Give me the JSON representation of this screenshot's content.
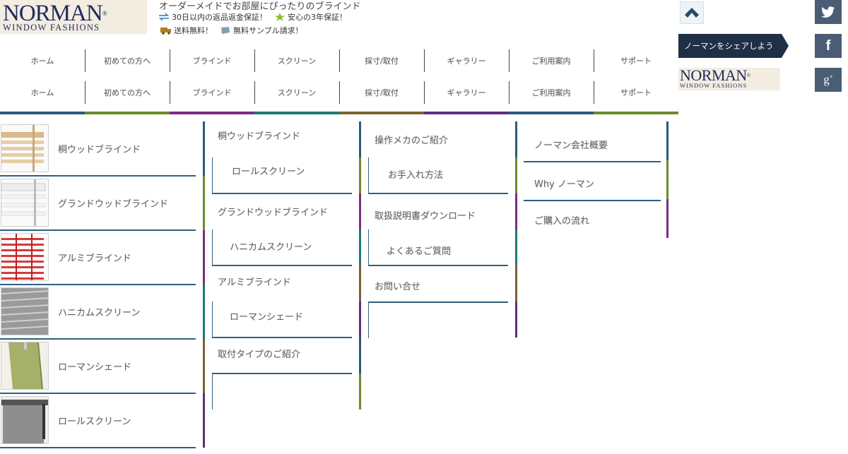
{
  "header": {
    "logo_top": "NORMAN",
    "logo_bottom": "WINDOW FASHIONS",
    "tagline": "オーダーメイドでお部屋にぴったりのブラインド",
    "features": [
      {
        "icon": "exchange-arrows-icon",
        "text": "30日以内の返品返金保証！"
      },
      {
        "icon": "star-icon",
        "text": "安心の3年保証！"
      },
      {
        "icon": "truck-icon",
        "text": "送料無料！"
      },
      {
        "icon": "fabric-swatch-icon",
        "text": "無料サンプル請求！"
      }
    ]
  },
  "nav": {
    "items": [
      "ホーム",
      "初めての方へ",
      "ブラインド",
      "スクリーン",
      "採寸/取付",
      "ギャラリー",
      "ご利用案内",
      "サポート"
    ],
    "colors": [
      "#2c5a78",
      "#6c8a2e",
      "#7b2d83",
      "#1f7a6e",
      "#7a6430",
      "#5e2d7f",
      "#2c5a78",
      "#6c8a2e"
    ]
  },
  "sidebar_right": {
    "share_label": "ノーマンをシェアしよう",
    "logo_top": "NORMAN",
    "logo_bottom": "WINDOW FASHIONS",
    "social": [
      {
        "name": "twitter-icon",
        "glyph": "🐦"
      },
      {
        "name": "facebook-icon",
        "glyph": "f"
      },
      {
        "name": "google-plus-icon",
        "glyph": "g+"
      }
    ]
  },
  "products": [
    "桐ウッドブラインド",
    "グランドウッドブラインド",
    "アルミブラインド",
    "ハニカムスクリーン",
    "ローマンシェード",
    "ロールスクリーン"
  ],
  "col2": [
    "桐ウッドブラインド",
    "ロールスクリーン",
    "グランドウッドブラインド",
    "ハニカムスクリーン",
    "アルミブラインド",
    "ローマンシェード",
    "取付タイプのご紹介"
  ],
  "col3": [
    "操作メカのご紹介",
    "お手入れ方法",
    "取扱説明書ダウンロード",
    "よくあるご質問",
    "お問い合せ"
  ],
  "col4": [
    "ノーマン会社概要",
    "Why ノーマン",
    "ご購入の流れ"
  ]
}
